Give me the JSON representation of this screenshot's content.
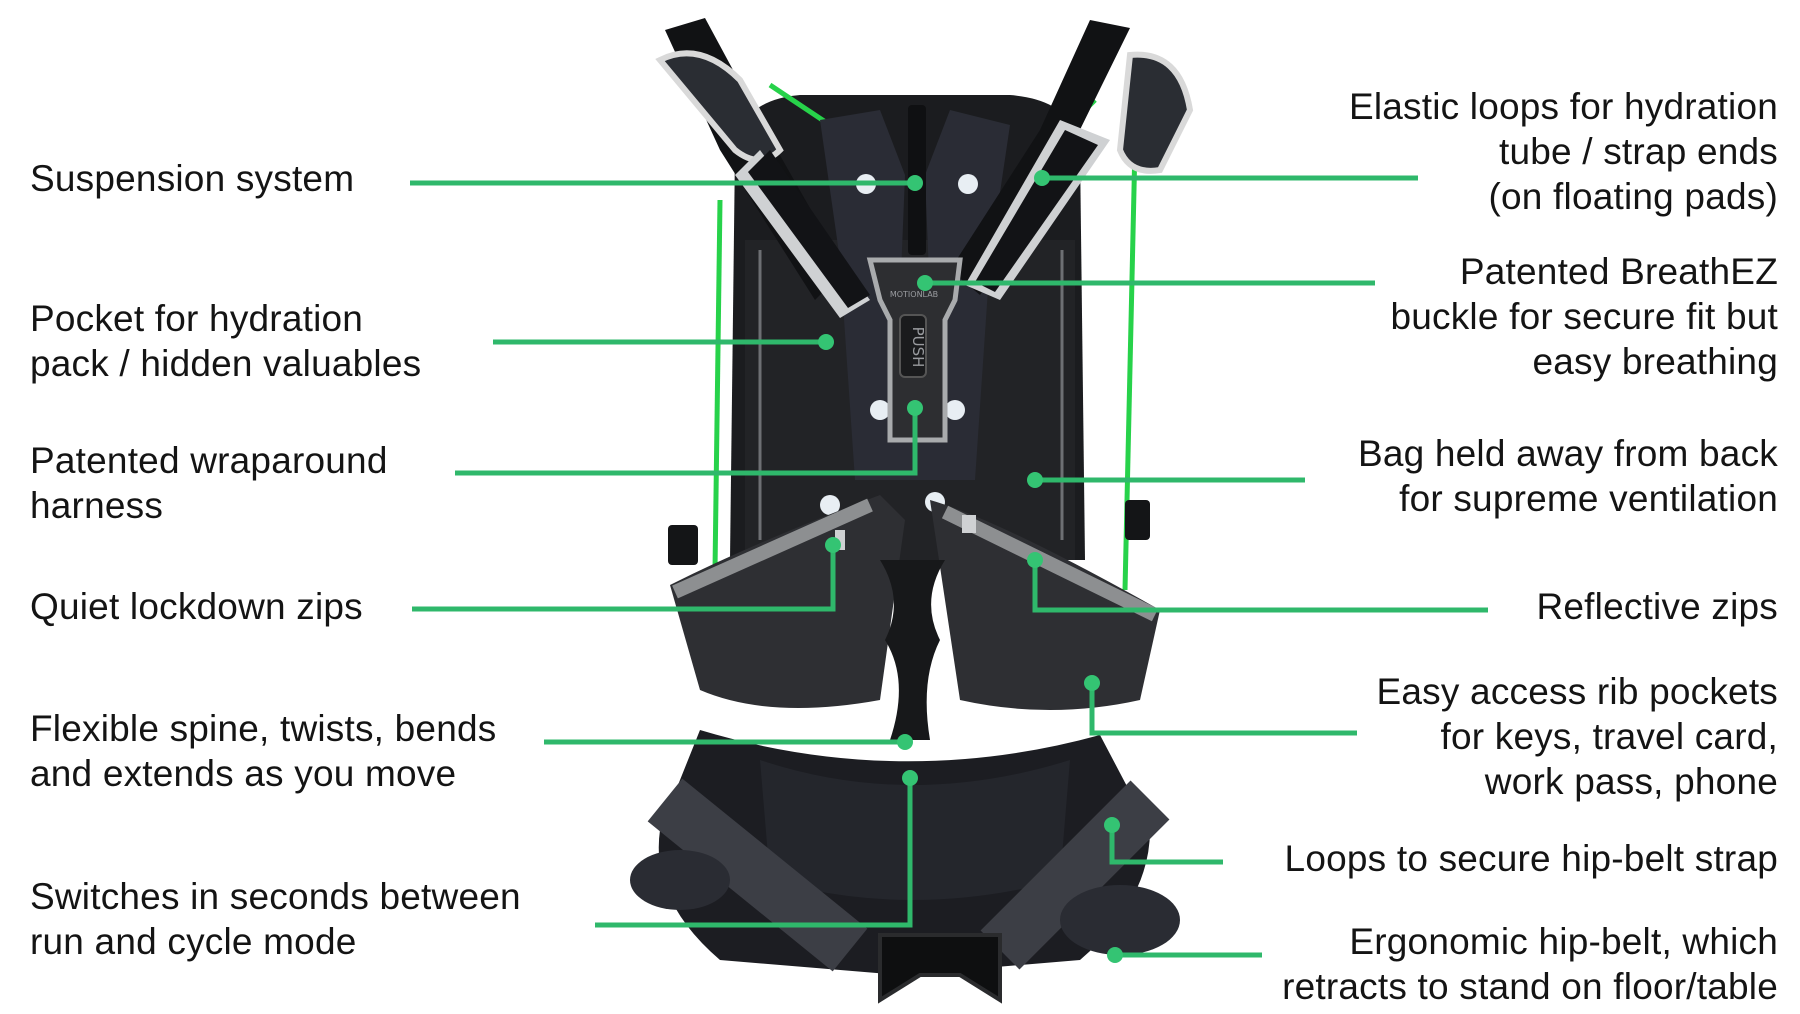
{
  "diagram": {
    "subject": "Backpack feature callouts",
    "accent_color": "#2fb86b",
    "dot_color": "#34c473",
    "left_labels": [
      {
        "id": "suspension",
        "lines": [
          "Suspension system"
        ]
      },
      {
        "id": "pocket",
        "lines": [
          "Pocket for hydration",
          "pack / hidden valuables"
        ]
      },
      {
        "id": "harness",
        "lines": [
          "Patented wraparound",
          "harness"
        ]
      },
      {
        "id": "quiet-zips",
        "lines": [
          "Quiet lockdown zips"
        ]
      },
      {
        "id": "spine",
        "lines": [
          "Flexible spine, twists, bends",
          "and extends as you move"
        ]
      },
      {
        "id": "switches",
        "lines": [
          "Switches in seconds between",
          "run and cycle mode"
        ]
      }
    ],
    "right_labels": [
      {
        "id": "elastic-loops",
        "lines": [
          "Elastic loops for hydration",
          "tube / strap ends",
          "(on floating pads)"
        ]
      },
      {
        "id": "breathez",
        "lines": [
          "Patented BreathEZ",
          "buckle for secure fit but",
          "easy breathing"
        ]
      },
      {
        "id": "ventilation",
        "lines": [
          "Bag held away from back",
          "for supreme ventilation"
        ]
      },
      {
        "id": "reflective-zips",
        "lines": [
          "Reflective zips"
        ]
      },
      {
        "id": "rib-pockets",
        "lines": [
          "Easy access rib pockets",
          "for keys, travel card,",
          "work pass, phone"
        ]
      },
      {
        "id": "hip-loops",
        "lines": [
          "Loops to secure hip-belt strap"
        ]
      },
      {
        "id": "hip-belt",
        "lines": [
          "Ergonomic hip-belt, which",
          "retracts to stand on floor/table"
        ]
      }
    ],
    "buckle_text": "PUSH",
    "brand_mark": "MOTIONLAB"
  }
}
